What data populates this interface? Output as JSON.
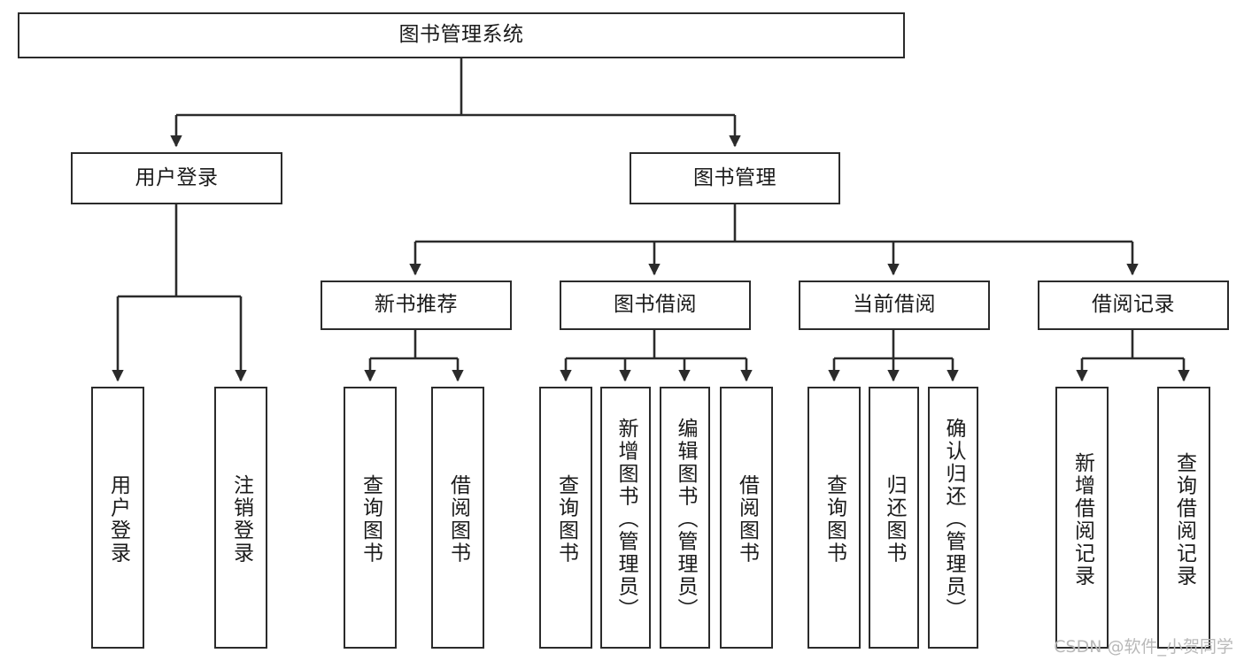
{
  "diagram": {
    "title": "图书管理系统",
    "type": "hierarchy-tree",
    "watermark": "CSDN @软件_小贺同学",
    "colors": {
      "stroke": "#2b2b2b",
      "fill": "#ffffff",
      "text": "#1a1a1a",
      "watermark": "#b9b9b9"
    },
    "nodes": {
      "root": {
        "label": "图书管理系统"
      },
      "level1": [
        {
          "label": "用户登录"
        },
        {
          "label": "图书管理"
        }
      ],
      "level2": [
        {
          "label": "新书推荐"
        },
        {
          "label": "图书借阅"
        },
        {
          "label": "当前借阅"
        },
        {
          "label": "借阅记录"
        }
      ],
      "leaves": {
        "user_login": [
          {
            "label": "用户登录"
          },
          {
            "label": "注销登录"
          }
        ],
        "new_book": [
          {
            "label": "查询图书"
          },
          {
            "label": "借阅图书"
          }
        ],
        "book_borrow": [
          {
            "label": "查询图书"
          },
          {
            "label": "新增图书（管理员）"
          },
          {
            "label": "编辑图书（管理员）"
          },
          {
            "label": "借阅图书"
          }
        ],
        "current_borrow": [
          {
            "label": "查询图书"
          },
          {
            "label": "归还图书"
          },
          {
            "label": "确认归还（管理员）"
          }
        ],
        "borrow_record": [
          {
            "label": "新增借阅记录"
          },
          {
            "label": "查询借阅记录"
          }
        ]
      }
    }
  }
}
